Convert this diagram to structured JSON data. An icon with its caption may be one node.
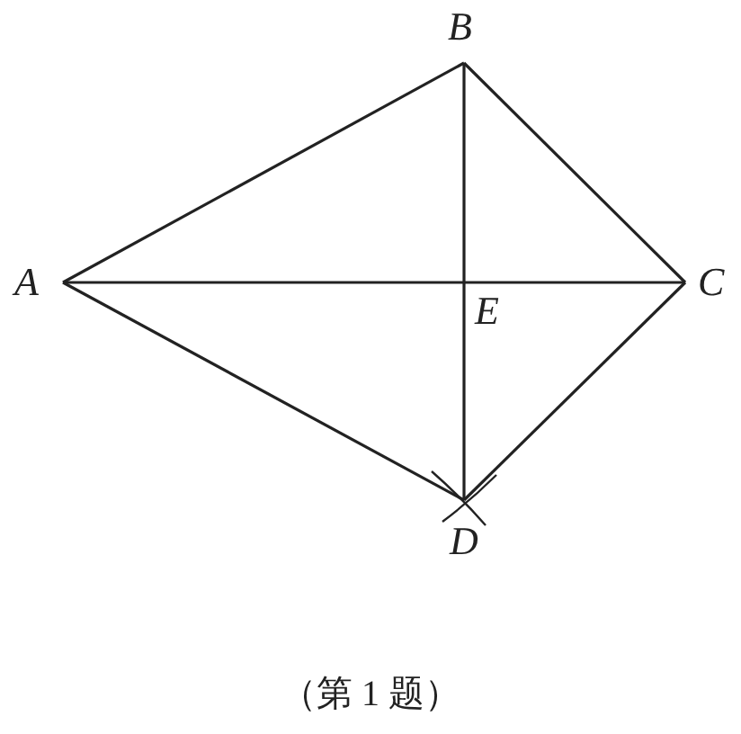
{
  "diagram": {
    "caption": "（第 1 题）",
    "nodes": [
      {
        "text": [
          "A"
        ]
      },
      {
        "text": [
          "B"
        ]
      },
      {
        "text": [
          "C"
        ]
      },
      {
        "text": [
          "D"
        ]
      }
    ],
    "edges": [
      {
        "from": 0,
        "to": 1,
        "arrow": "none"
      },
      {
        "from": 1,
        "to": 2,
        "arrow": "none"
      },
      {
        "from": 2,
        "to": 3,
        "arrow": "none"
      },
      {
        "from": 3,
        "to": 0,
        "arrow": "none"
      },
      {
        "from": 0,
        "to": 2,
        "arrow": "none"
      },
      {
        "from": 1,
        "to": 3,
        "arrow": "none"
      }
    ],
    "labels": [
      "E"
    ]
  }
}
